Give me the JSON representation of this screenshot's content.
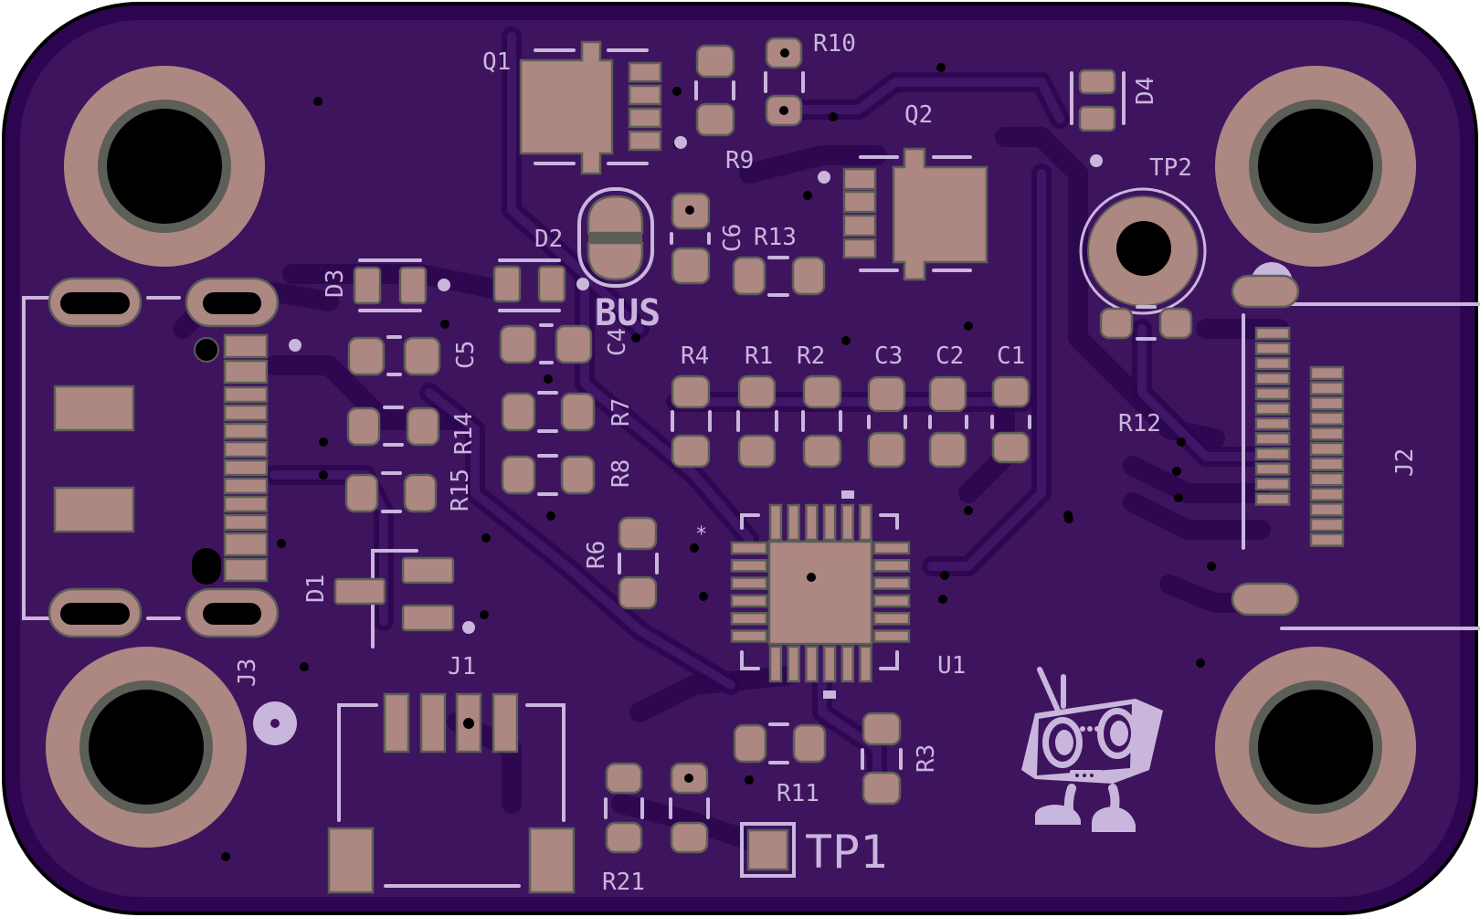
{
  "board": {
    "colors": {
      "background": "#ffffff",
      "outline": "#000000",
      "board_edge": "#2d0551",
      "soldermask": "#3e145f",
      "trace_clearance": "#2c0650",
      "copper_pad": "#ad8781",
      "pad_outline": "#5c5e58",
      "silkscreen": "#c9b6dc",
      "drill": "#000000"
    },
    "mounting_holes": [
      "top-left",
      "top-right",
      "bottom-left",
      "bottom-right"
    ]
  },
  "labels": {
    "Q1": "Q1",
    "Q2": "Q2",
    "R10": "R10",
    "R9": "R9",
    "R13": "R13",
    "C6": "C6",
    "D2": "D2",
    "D3": "D3",
    "D4": "D4",
    "BUS": "BUS",
    "TP2": "TP2",
    "TP1": "TP1",
    "C5": "C5",
    "C4": "C4",
    "R14": "R14",
    "R15": "R15",
    "R7": "R7",
    "R8": "R8",
    "R4": "R4",
    "R1": "R1",
    "R2": "R2",
    "C3": "C3",
    "C2": "C2",
    "C1": "C1",
    "R12": "R12",
    "J2": "J2",
    "R6": "R6",
    "D1": "D1",
    "U1": "U1",
    "J3": "J3",
    "J1": "J1",
    "R11": "R11",
    "R3": "R3",
    "R21": "R21",
    "pin1_marker": "*"
  },
  "components": [
    {
      "ref": "Q1",
      "type": "transistor"
    },
    {
      "ref": "Q2",
      "type": "transistor"
    },
    {
      "ref": "U1",
      "type": "QFN-24"
    },
    {
      "ref": "J1",
      "type": "4-pin connector"
    },
    {
      "ref": "J2",
      "type": "FPC connector"
    },
    {
      "ref": "J3",
      "type": "USB-C connector"
    },
    {
      "ref": "TP1",
      "type": "test point"
    },
    {
      "ref": "TP2",
      "type": "test point"
    },
    {
      "ref": "BUS",
      "type": "solder jumper"
    },
    {
      "ref": "D1",
      "type": "diode"
    },
    {
      "ref": "D2",
      "type": "diode"
    },
    {
      "ref": "D3",
      "type": "LED"
    },
    {
      "ref": "D4",
      "type": "LED"
    }
  ],
  "mascot": "robot-tv-mascot"
}
